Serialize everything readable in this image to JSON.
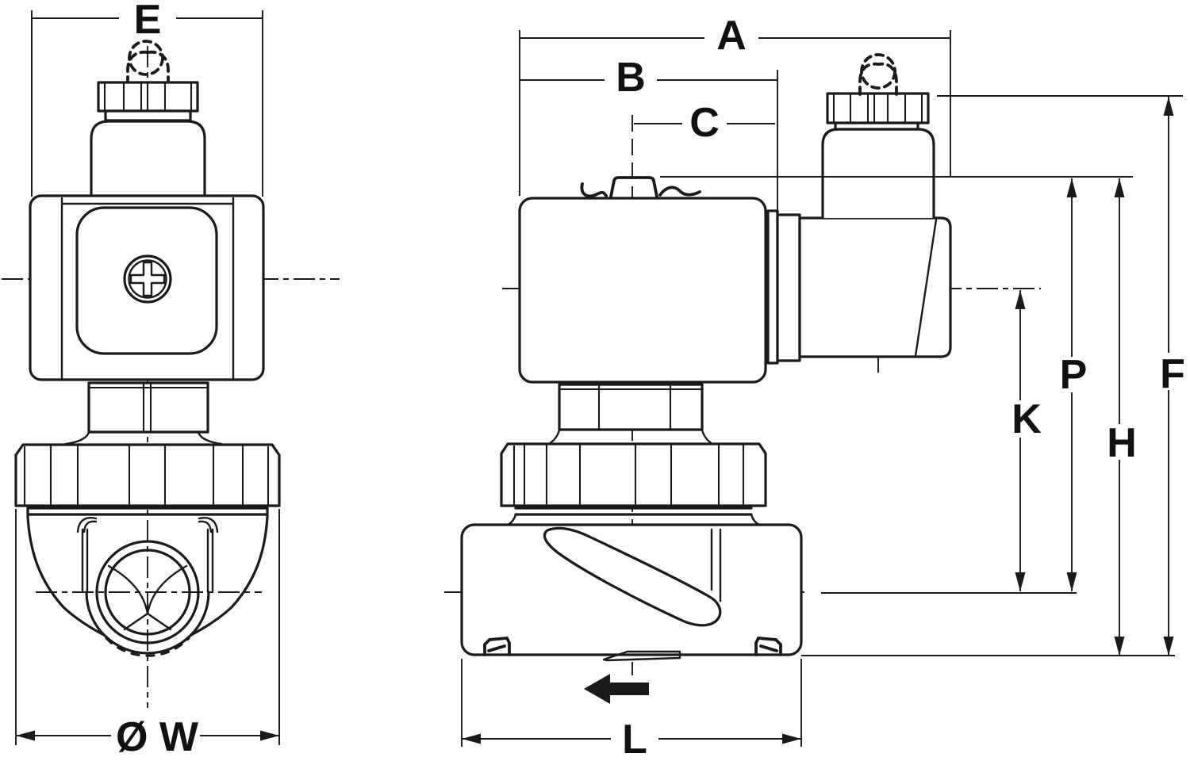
{
  "drawing": {
    "kind": "solenoid-valve-dimensional-drawing",
    "background": "#ffffff",
    "line_color": "#1a1a1a",
    "dimension_labels": {
      "E": "E",
      "A": "A",
      "B": "B",
      "C": "C",
      "diameter_w": "Ø W",
      "L": "L",
      "K": "K",
      "P": "P",
      "H": "H",
      "F": "F"
    },
    "icons": {
      "flow_direction_arrow": "solid arrow pointing left (flow direction through valve)"
    }
  }
}
